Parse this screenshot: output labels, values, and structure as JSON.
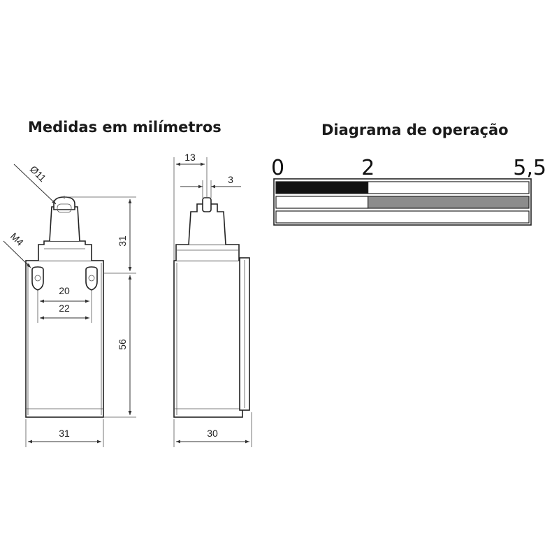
{
  "titles": {
    "dimensions": "Medidas em milímetros",
    "operation": "Diagrama de operação"
  },
  "front_view": {
    "roller_diameter": "Ø11",
    "thread": "M4",
    "total_head_height": "31",
    "body_height": "56",
    "hole_spacing_inner": "20",
    "hole_spacing_outer": "22",
    "body_width": "31"
  },
  "side_view": {
    "top_width": "13",
    "roller_width": "3",
    "body_depth": "30"
  },
  "operation_diagram": {
    "scale_labels": [
      "0",
      "2",
      "5,5"
    ],
    "scale_values": [
      0,
      2,
      5.5
    ],
    "rows": [
      {
        "segments": [
          {
            "from": 0,
            "to": 2,
            "state": "closed"
          },
          {
            "from": 2,
            "to": 5.5,
            "state": "open"
          }
        ]
      },
      {
        "segments": [
          {
            "from": 0,
            "to": 2,
            "state": "open"
          },
          {
            "from": 2,
            "to": 5.5,
            "state": "closed-grey"
          }
        ]
      },
      {
        "segments": [
          {
            "from": 0,
            "to": 5.5,
            "state": "open"
          }
        ]
      }
    ],
    "colors": {
      "closed": "#111111",
      "closed-grey": "#8c8c8c",
      "open": "#ffffff"
    }
  }
}
